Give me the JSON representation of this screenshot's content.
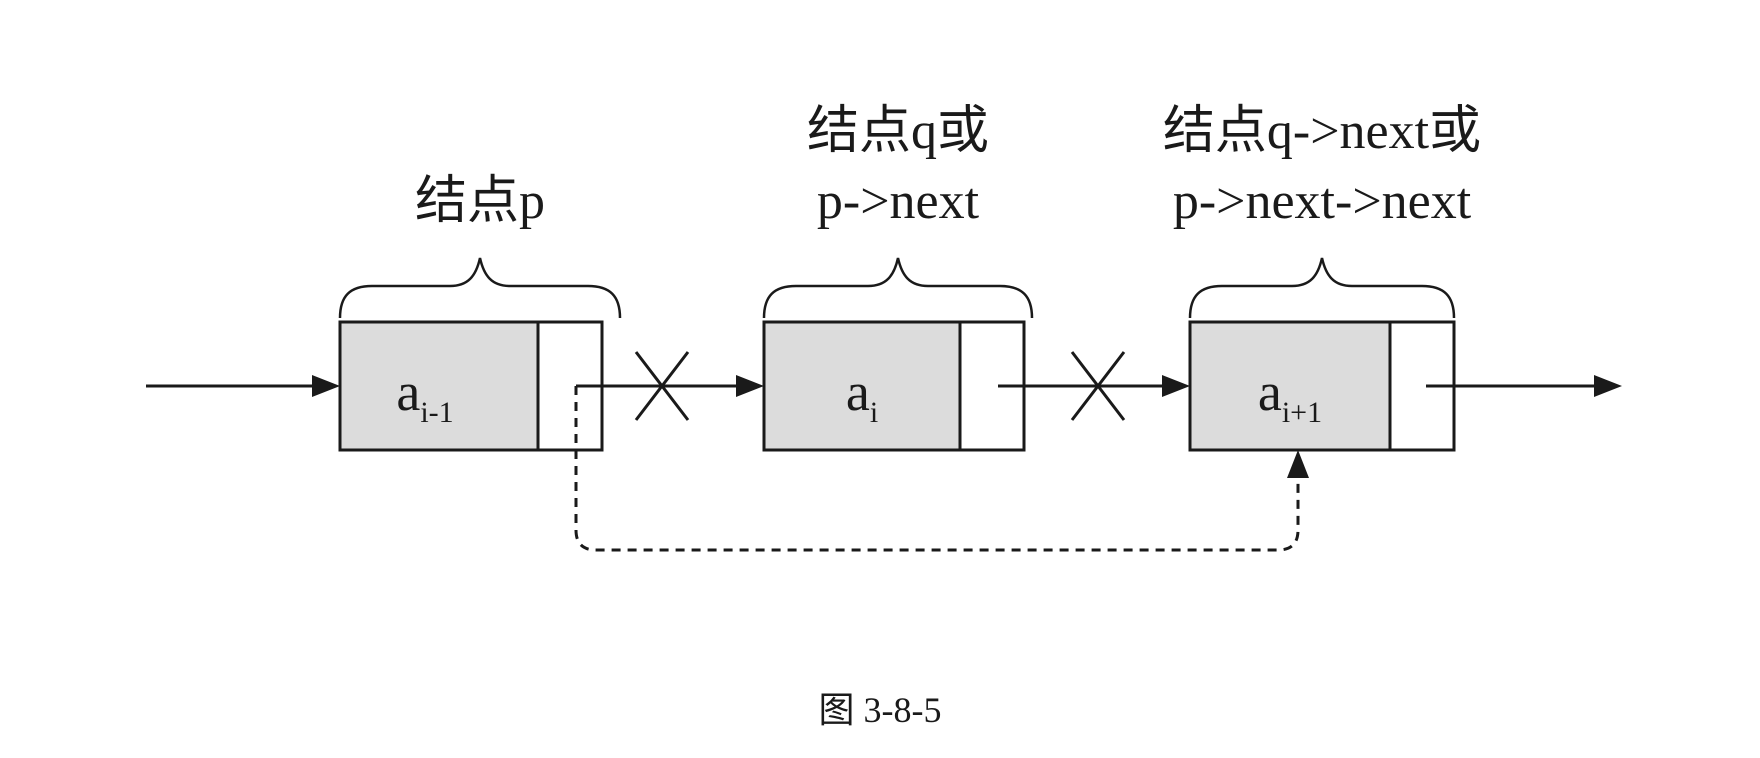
{
  "labels": {
    "node_p": "结点p",
    "node_q_line1": "结点q或",
    "node_q_line2": "p->next",
    "node_next_line1": "结点q->next或",
    "node_next_line2": "p->next->next"
  },
  "nodes": [
    {
      "base": "a",
      "sub": "i-1"
    },
    {
      "base": "a",
      "sub": "i"
    },
    {
      "base": "a",
      "sub": "i+1"
    }
  ],
  "caption": "图 3-8-5",
  "colors": {
    "node_fill": "#dcdcdc",
    "stroke": "#1a1a1a",
    "background": "#ffffff"
  }
}
